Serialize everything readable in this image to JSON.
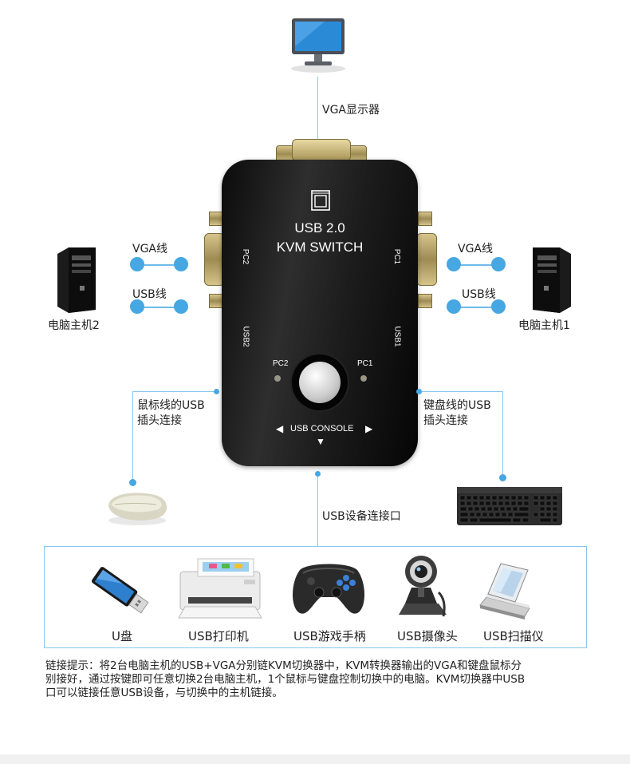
{
  "labels": {
    "vga_monitor": "VGA显示器",
    "vga_line_left": "VGA线",
    "usb_line_left": "USB线",
    "vga_line_right": "VGA线",
    "usb_line_right": "USB线",
    "pc2_host": "电脑主机2",
    "pc1_host": "电脑主机1",
    "mouse_usb_l1": "鼠标线的USB",
    "mouse_usb_l2": "插头连接",
    "keyboard_usb_l1": "键盘线的USB",
    "keyboard_usb_l2": "插头连接",
    "usb_ports": "USB设备连接口"
  },
  "kvm": {
    "line1": "USB 2.0",
    "line2": "KVM SWITCH",
    "pc2_side": "PC2",
    "pc1_side": "PC1",
    "usb2_side": "USB2",
    "usb1_side": "USB1",
    "led_pc2": "PC2",
    "led_pc1": "PC1",
    "console": "USB CONSOLE"
  },
  "devices": [
    {
      "label": "U盘",
      "icon": "usb-drive-icon"
    },
    {
      "label": "USB打印机",
      "icon": "printer-icon"
    },
    {
      "label": "USB游戏手柄",
      "icon": "gamepad-icon"
    },
    {
      "label": "USB摄像头",
      "icon": "webcam-icon"
    },
    {
      "label": "USB扫描仪",
      "icon": "scanner-icon"
    }
  ],
  "footer": {
    "line1": "链接提示：将2台电脑主机的USB+VGA分别链KVM切换器中，KVM转换器输出的VGA和键盘鼠标分",
    "line2": "别接好，通过按键即可任意切换2台电脑主机，1个鼠标与键盘控制切换中的电脑。KVM切换器中USB",
    "line3": "口可以链接任意USB设备，与切换中的主机链接。"
  },
  "colors": {
    "accent": "#46a7e2",
    "line": "#8ac8ee",
    "device": "#111111"
  }
}
